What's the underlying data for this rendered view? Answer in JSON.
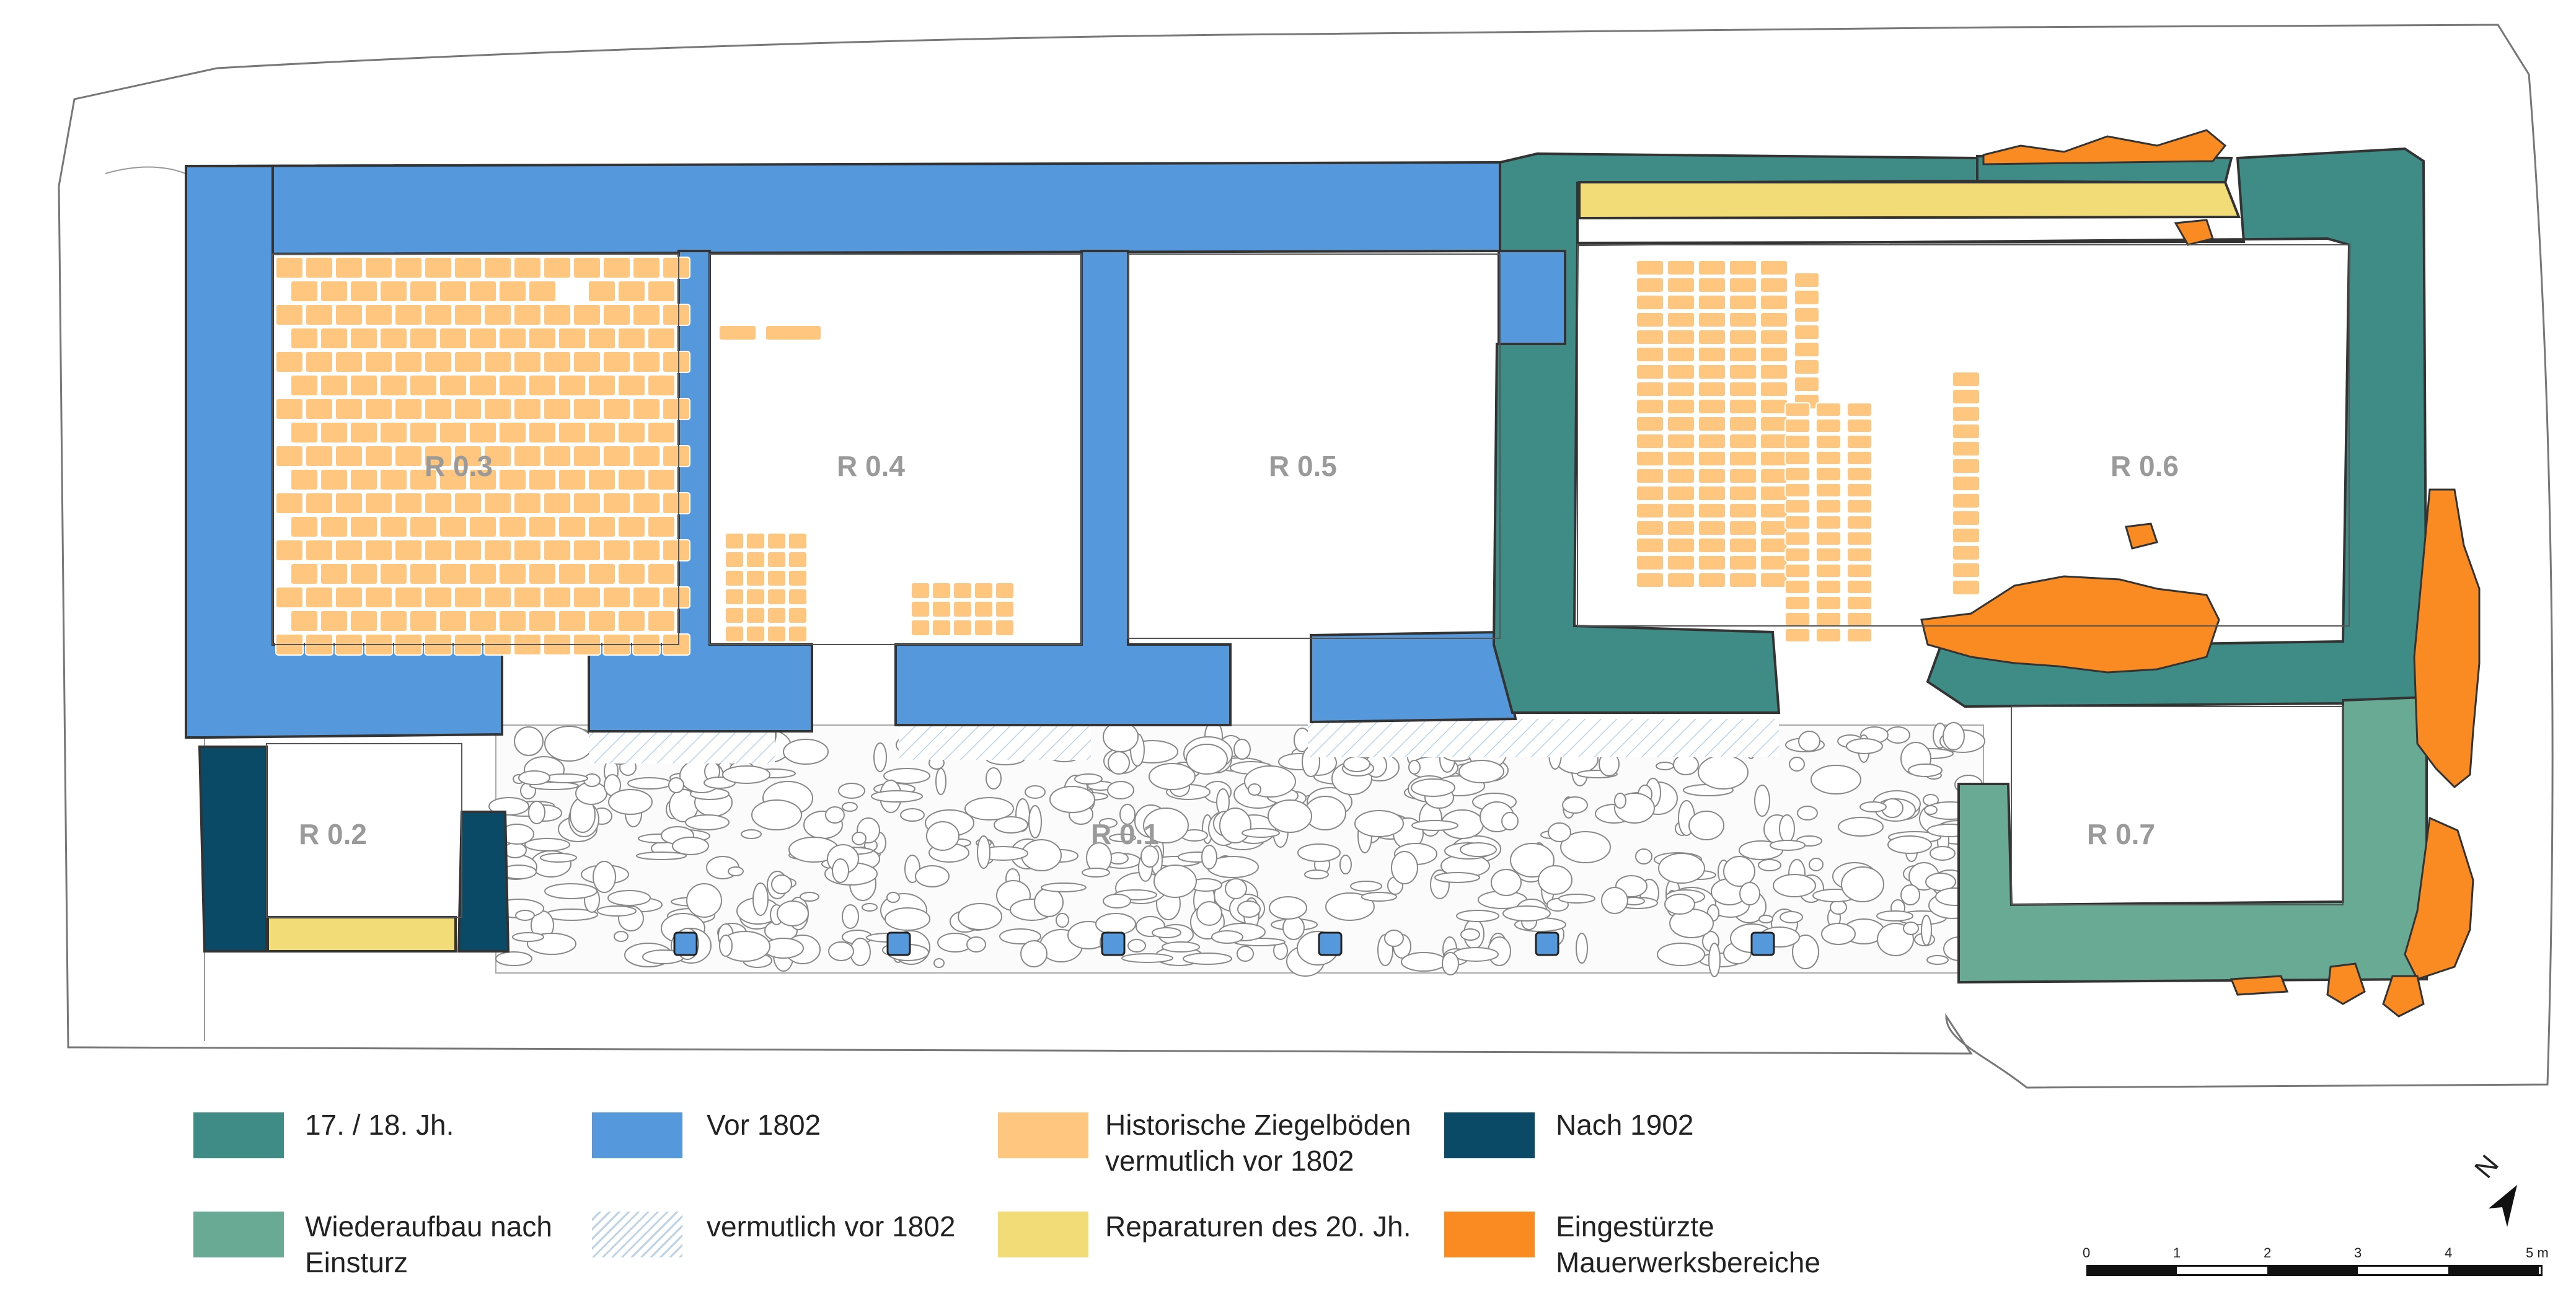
{
  "colors": {
    "c17_18": "#3e8c85",
    "vor1802": "#5598dc",
    "ziegel": "#ffc680",
    "nach1902": "#0b4a66",
    "wiederaufbau": "#68aa93",
    "reparaturen": "#f2dc78",
    "eingestuerzt": "#fa8a22",
    "outline": "#555555"
  },
  "rooms": [
    "R 0.1",
    "R 0.2",
    "R 0.3",
    "R 0.4",
    "R 0.5",
    "R 0.6",
    "R 0.7"
  ],
  "legend": [
    {
      "label": "17. / 18. Jh.",
      "color": "#3e8c85"
    },
    {
      "label": "Vor 1802",
      "color": "#5598dc"
    },
    {
      "label": "Historische Ziegelböden\nvermutlich vor 1802",
      "color": "#ffc680"
    },
    {
      "label": "Nach 1902",
      "color": "#0b4a66"
    },
    {
      "label": "Wiederaufbau nach\nEinsturz",
      "color": "#68aa93"
    },
    {
      "label": "vermutlich vor 1802",
      "color": "hatch"
    },
    {
      "label": "Reparaturen des 20. Jh.",
      "color": "#f2dc78"
    },
    {
      "label": "Eingestürzte\nMauerwerksbereiche",
      "color": "#fa8a22"
    }
  ],
  "scale": {
    "ticks": [
      "0",
      "1",
      "2",
      "3",
      "4",
      "5 m"
    ]
  },
  "north": "N"
}
